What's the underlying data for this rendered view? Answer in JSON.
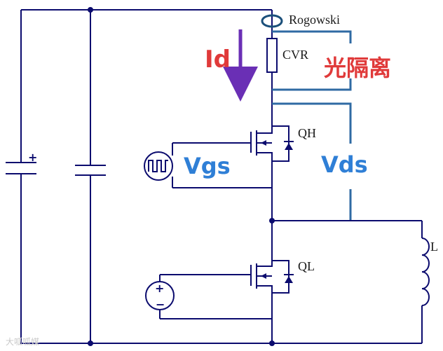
{
  "labels": {
    "rogowski": "Rogowski",
    "cvr": "CVR",
    "optical_isolation": "光隔离",
    "drain_current": "Id",
    "vgs": "Vgs",
    "vds": "Vds",
    "high_side_switch": "QH",
    "low_side_switch": "QL",
    "inductor": "L",
    "cap_polarity": "+",
    "source_plus": "+",
    "source_minus": "−",
    "watermark": "大呱呱媒"
  },
  "colors": {
    "wire": "#0b0b6e",
    "probe": "#2f6aa3",
    "id_arrow": "#6a2fb5",
    "id_text": "#e03a3a",
    "optical_text": "#e03a3a",
    "measurement_text": "#2f7fd6"
  },
  "icons": {
    "pulse_source": "square-wave-source-icon",
    "dc_source": "dc-voltage-source-icon",
    "mosfet": "n-mosfet-icon",
    "inductor": "inductor-coil-icon",
    "capacitor": "capacitor-icon",
    "rogowski": "rogowski-coil-icon"
  }
}
